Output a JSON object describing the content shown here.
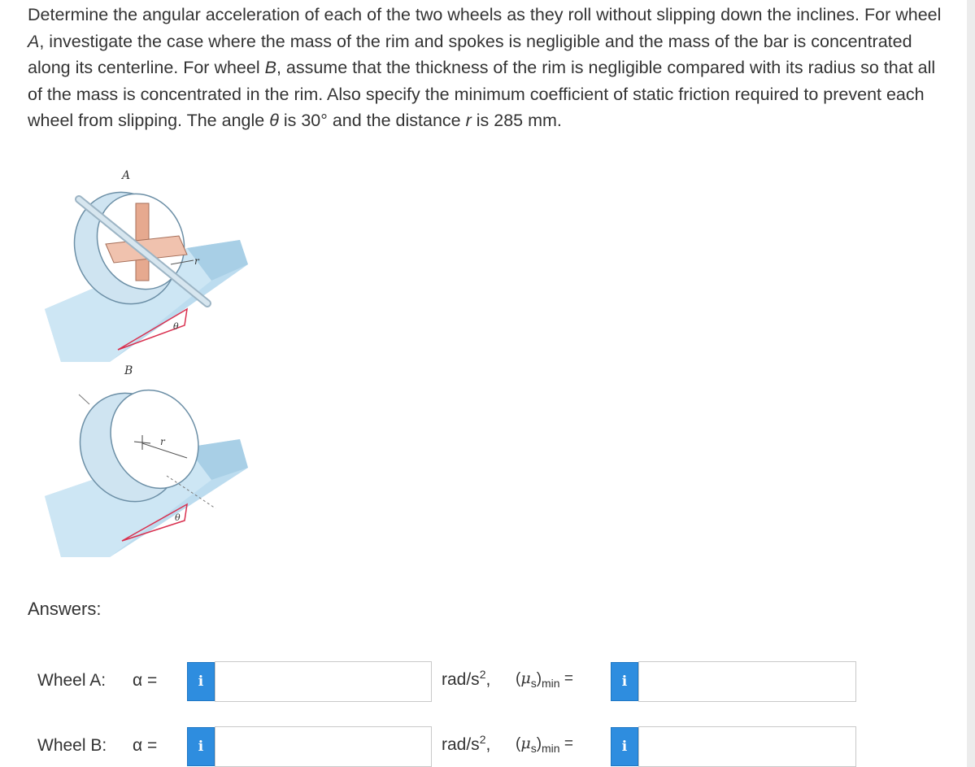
{
  "question": {
    "part1": "Determine the angular acceleration of each of the two wheels as they roll without slipping down the inclines.",
    "part2": "For wheel ",
    "wheelA": "A",
    "part3": ", investigate the case where the mass of the rim and spokes is negligible and the mass of the bar is concentrated along its centerline. For wheel ",
    "wheelB": "B",
    "part4": ", assume that the thickness of the rim is negligible compared with its radius so that all of the mass is concentrated in the rim. Also specify the minimum coefficient of static friction required to prevent each wheel from slipping. The angle ",
    "theta": "θ",
    "part5": " is 30° and the distance ",
    "r": "r",
    "part6": " is 285 mm."
  },
  "figure": {
    "label_a": "A",
    "label_b": "B",
    "label_r": "r",
    "label_theta": "θ"
  },
  "answers_label": "Answers:",
  "rows": [
    {
      "label": "Wheel A:",
      "alpha": "α =",
      "info": "i",
      "alpha_value": "",
      "unit": "rad/s",
      "unit_exp": "2",
      "unit_comma": ",",
      "mu_open": "(",
      "mu_sym": "μ",
      "mu_s": "s",
      "mu_close": ")",
      "mu_min": "min",
      "mu_eq": " =",
      "info2": "i",
      "mu_value": ""
    },
    {
      "label": "Wheel B:",
      "alpha": "α =",
      "info": "i",
      "alpha_value": "",
      "unit": "rad/s",
      "unit_exp": "2",
      "unit_comma": ",",
      "mu_open": "(",
      "mu_sym": "μ",
      "mu_s": "s",
      "mu_close": ")",
      "mu_min": "min",
      "mu_eq": " =",
      "info2": "i",
      "mu_value": ""
    }
  ],
  "colors": {
    "info_button": "#2e8ddf",
    "incline": "#bcdcef",
    "incline_dark": "#8fbdd8",
    "spoke": "#e6a98f",
    "triangle": "#d9304f"
  }
}
